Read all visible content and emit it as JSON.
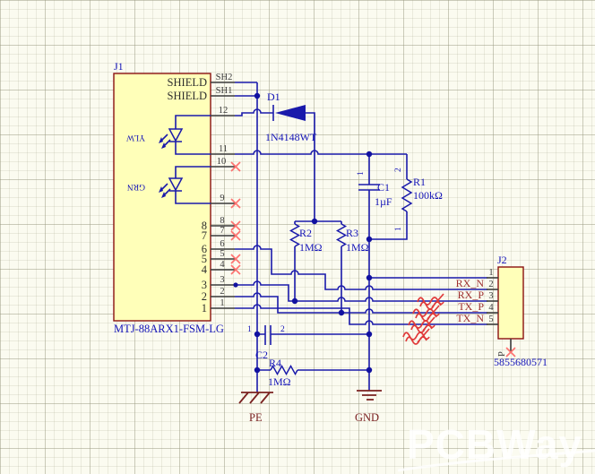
{
  "schematic": {
    "j1": {
      "designator": "J1",
      "part_name": "MTJ-88ARX1-FSM-LG",
      "shield_label_1": "SHIELD",
      "shield_label_2": "SHIELD",
      "led_yellow": "YLW",
      "led_green": "GRN",
      "pin_designators": [
        "SH2",
        "SH1",
        "12",
        "11",
        "10",
        "9",
        "8",
        "7",
        "6",
        "5",
        "4",
        "3",
        "2",
        "1"
      ],
      "inside_pin_names": [
        "8",
        "7",
        "6",
        "5",
        "4",
        "3",
        "2",
        "1"
      ]
    },
    "d1": {
      "designator": "D1",
      "value": "1N4148WT"
    },
    "c1": {
      "designator": "C1",
      "value": "1µF",
      "pin_top": "1"
    },
    "r1": {
      "designator": "R1",
      "value": "100kΩ",
      "pin_top": "2",
      "pin_bottom": "1"
    },
    "r2": {
      "designator": "R2",
      "value": "1MΩ"
    },
    "r3": {
      "designator": "R3",
      "value": "1MΩ"
    },
    "c2": {
      "designator": "C2",
      "pin_left": "1",
      "pin_right": "2"
    },
    "r4": {
      "designator": "R4",
      "value": "1MΩ"
    },
    "j2": {
      "designator": "J2",
      "part_name": "5855680571",
      "pins": [
        "1",
        "2",
        "3",
        "4",
        "5"
      ],
      "shield_pin": "P"
    },
    "net_labels": {
      "rx_n": "RX_N",
      "rx_p": "RX_P",
      "tx_p": "TX_P",
      "tx_n": "TX_N"
    },
    "power": {
      "pe": "PE",
      "gnd": "GND"
    }
  },
  "watermark": "PCBWay",
  "colors": {
    "wire": "#1a1aab",
    "part_fill": "#ffffb9",
    "part_border": "#8a1010",
    "designator_text": "#1414b8",
    "net_label_text": "#9e2f2f",
    "no_connect": "#ff5c5c",
    "ground_symbol": "#7a2121"
  }
}
